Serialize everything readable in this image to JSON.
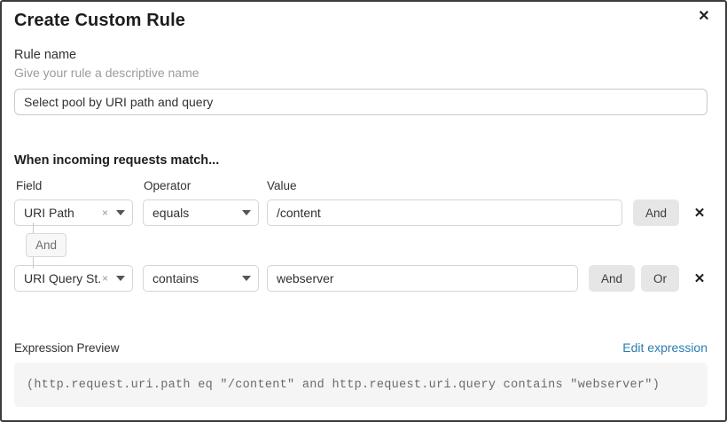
{
  "dialog": {
    "title": "Create Custom Rule",
    "close_icon": "✕"
  },
  "rule_name": {
    "label": "Rule name",
    "help": "Give your rule a descriptive name",
    "value": "Select pool by URI path and query"
  },
  "match": {
    "heading": "When incoming requests match...",
    "columns": {
      "field": "Field",
      "operator": "Operator",
      "value": "Value"
    },
    "connector_label": "And",
    "clear_icon": "×",
    "remove_icon": "✕",
    "rows": [
      {
        "field": "URI Path",
        "operator": "equals",
        "value": "/content",
        "and_label": "And"
      },
      {
        "field": "URI Query St...",
        "operator": "contains",
        "value": "webserver",
        "and_label": "And",
        "or_label": "Or"
      }
    ]
  },
  "expression": {
    "label": "Expression Preview",
    "edit_link": "Edit expression",
    "code": "(http.request.uri.path eq \"/content\" and http.request.uri.query contains \"webserver\")"
  },
  "colors": {
    "link_blue": "#2c7cb0",
    "button_gray": "#e6e6e6",
    "code_background": "#f5f5f6",
    "border_gray": "#d5d5d5",
    "dialog_border": "#3a3b3c"
  }
}
